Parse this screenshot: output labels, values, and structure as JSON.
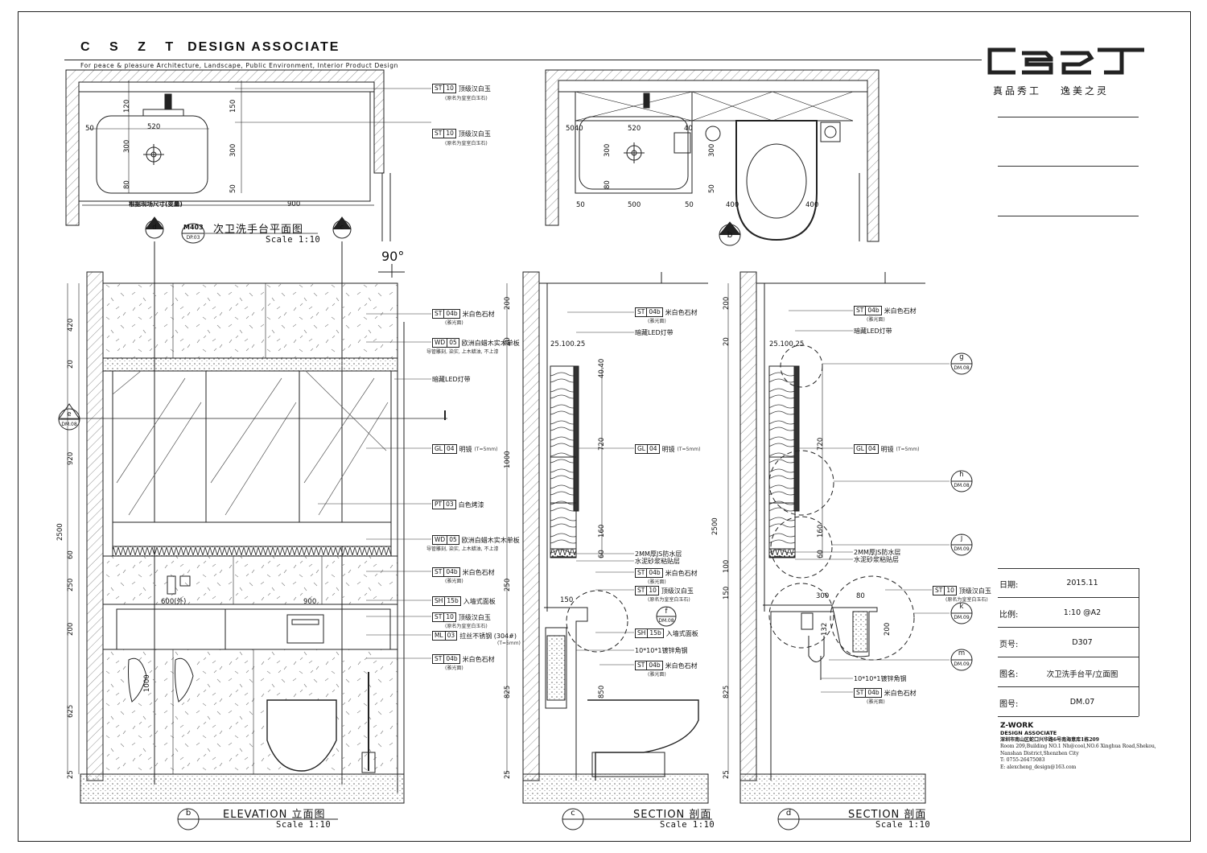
{
  "header": {
    "letters": "C S Z T",
    "design": "DESIGN ASSOCIATE",
    "tagline": "For peace & pleasure Architecture, Landscape, Public Environment, Interior Product Design",
    "slogan_left": "真品秀工",
    "slogan_right": "逸美之灵"
  },
  "views": {
    "plan_title": "次卫洗手台平面图",
    "plan_scale": "Scale 1:10",
    "plan_ref_code": "M403",
    "plan_ref_sheet": "DP.03",
    "elevation_title": "ELEVATION 立面图",
    "elevation_scale": "Scale 1:10",
    "section_c_title": "SECTION 剖面",
    "section_c_scale": "Scale 1:10",
    "section_d_title": "SECTION 剖面",
    "section_d_scale": "Scale 1:10",
    "marker_b": "b",
    "marker_c": "c",
    "marker_d": "d",
    "marker_e": "e",
    "marker_e_sheet": "DM.08",
    "marker_f": "f",
    "marker_f_sheet": "DM.08",
    "angle": "90°"
  },
  "plan_notes": {
    "st10_code": "ST",
    "st10_num": "10",
    "st10_text": "顶级汉白玉",
    "st10_sub": "(原名为皇室白玉石)",
    "site_note": "根据现场尺寸(变量)"
  },
  "plan_dims": {
    "w520": "520",
    "w900": "900",
    "d50": "50",
    "d120": "120",
    "d300": "300",
    "d80": "80",
    "d150": "150",
    "d50b": "50",
    "r500": "500",
    "r400": "400",
    "r40": "40",
    "r5040": "5040"
  },
  "elevation_notes": [
    {
      "code": "ST",
      "num": "04b",
      "text": "米白色石材",
      "sub": "(雅光面)"
    },
    {
      "code": "WD",
      "num": "05",
      "text": "欧洲白蜡木实木单板",
      "sub": "导管雕刻, 染实, 上木蜡油, 不上漆"
    },
    {
      "code": "",
      "num": "",
      "text": "暗藏LED灯带",
      "sub": ""
    },
    {
      "code": "GL",
      "num": "04",
      "text": "明镜",
      "sub": "(T=5mm)"
    },
    {
      "code": "PT",
      "num": "03",
      "text": "白色烤漆",
      "sub": ""
    },
    {
      "code": "WD",
      "num": "05",
      "text": "欧洲白蜡木实木单板",
      "sub": "导管雕刻, 染实, 上木蜡油, 不上漆"
    },
    {
      "code": "ST",
      "num": "04b",
      "text": "米白色石材",
      "sub": "(雅光面)"
    },
    {
      "code": "SH",
      "num": "15b",
      "text": "入墙式面板",
      "sub": ""
    },
    {
      "code": "ST",
      "num": "10",
      "text": "顶级汉白玉",
      "sub": "(原名为皇室白玉石)"
    },
    {
      "code": "ML",
      "num": "03",
      "text": "拉丝不锈钢 (304#)",
      "sub": "(T=5mm)"
    },
    {
      "code": "ST",
      "num": "04b",
      "text": "米白色石材",
      "sub": "(雅光面)"
    }
  ],
  "elevation_dims": [
    "420",
    "20",
    "920",
    "2500",
    "60",
    "250",
    "200",
    "625",
    "25"
  ],
  "elevation_labels": {
    "w600": "600(外)",
    "w900": "900",
    "h1000": "1000"
  },
  "section_c_notes": [
    {
      "code": "ST",
      "num": "04b",
      "text": "米白色石材",
      "sub": "(雅光面)"
    },
    {
      "code": "",
      "num": "",
      "text": "暗藏LED灯带",
      "sub": ""
    },
    {
      "code": "GL",
      "num": "04",
      "text": "明镜",
      "sub": "(T=5mm)"
    },
    {
      "code": "",
      "num": "",
      "text": "2MM厚JS防水层",
      "sub": ""
    },
    {
      "code": "",
      "num": "",
      "text": "水泥砂浆粘贴层",
      "sub": ""
    },
    {
      "code": "ST",
      "num": "04b",
      "text": "米白色石材",
      "sub": "(雅光面)"
    },
    {
      "code": "ST",
      "num": "10",
      "text": "顶级汉白玉",
      "sub": "(原名为皇室白玉石)"
    },
    {
      "code": "SH",
      "num": "15b",
      "text": "入墙式面板",
      "sub": ""
    },
    {
      "code": "",
      "num": "",
      "text": "10*10*1镀锌角钢",
      "sub": ""
    },
    {
      "code": "ST",
      "num": "04b",
      "text": "米白色石材",
      "sub": "(雅光面)"
    }
  ],
  "section_c_dims": [
    "200",
    "20",
    "1000",
    "250",
    "825",
    "25",
    "720",
    "160",
    "60",
    "850",
    "150",
    "25.100.25",
    "40.40"
  ],
  "section_d_notes": [
    {
      "code": "ST",
      "num": "04b",
      "text": "米白色石材",
      "sub": "(雅光面)"
    },
    {
      "code": "",
      "num": "",
      "text": "暗藏LED灯带",
      "sub": ""
    },
    {
      "code": "GL",
      "num": "04",
      "text": "明镜",
      "sub": "(T=5mm)"
    },
    {
      "code": "",
      "num": "",
      "text": "2MM厚JS防水层",
      "sub": ""
    },
    {
      "code": "",
      "num": "",
      "text": "水泥砂浆粘贴层",
      "sub": ""
    },
    {
      "code": "ST",
      "num": "10",
      "text": "顶级汉白玉",
      "sub": "(原名为皇室白玉石)"
    },
    {
      "code": "",
      "num": "",
      "text": "10*10*1镀锌角钢",
      "sub": ""
    },
    {
      "code": "ST",
      "num": "04b",
      "text": "米白色石材",
      "sub": "(雅光面)"
    }
  ],
  "section_d_dims": [
    "200",
    "20",
    "2500",
    "100",
    "150",
    "825",
    "25",
    "720",
    "160",
    "60",
    "132",
    "300",
    "80",
    "200"
  ],
  "detail_markers": [
    {
      "letter": "g",
      "sheet": "DM.08"
    },
    {
      "letter": "h",
      "sheet": "DM.08"
    },
    {
      "letter": "j",
      "sheet": "DM.09"
    },
    {
      "letter": "k",
      "sheet": "DM.09"
    },
    {
      "letter": "m",
      "sheet": "DM.09"
    }
  ],
  "title_block": {
    "date_key": "日期:",
    "date_val": "2015.11",
    "scale_key": "比例:",
    "scale_val": "1:10 @A2",
    "page_key": "页号:",
    "page_val": "D307",
    "name_key": "图名:",
    "name_val": "次卫洗手台平/立面图",
    "num_key": "图号:",
    "num_val": "DM.07"
  },
  "company": {
    "name": "Z-WORK",
    "sub": "DESIGN ASSOCIATE",
    "addr_cn": "深圳市南山区蛇口兴华路6号南海意库1栋209",
    "addr_en1": "Room 209,Building NO.1 Nh@cool,NO.6 Xinghua Road,Shekou,",
    "addr_en2": "Nanshan District,Shenzhen City",
    "tel": "T: 0755-26475083",
    "email": "E: alexcheng_design@163.com"
  },
  "colors": {
    "ink": "#222222",
    "hatch": "#555555",
    "paper": "#ffffff"
  }
}
